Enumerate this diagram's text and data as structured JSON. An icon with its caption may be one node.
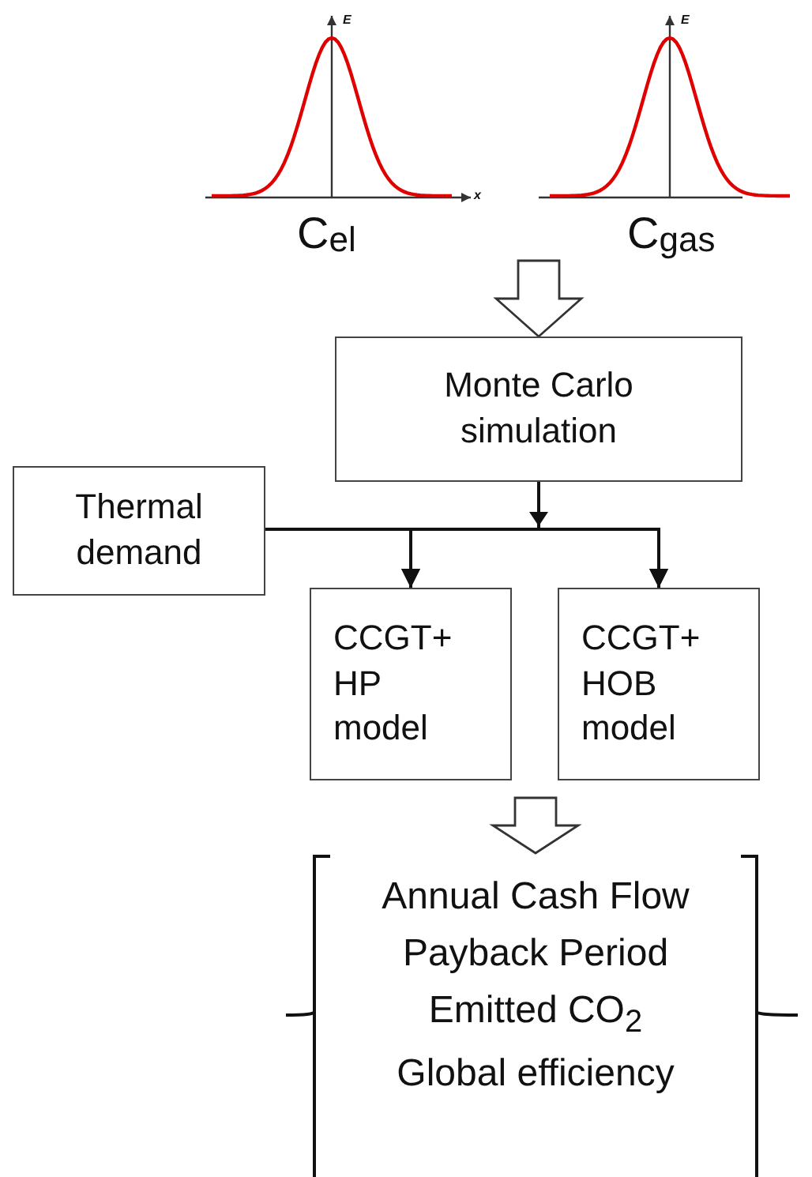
{
  "diagram": {
    "nodes": [
      {
        "text": [
          "Monte Carlo simulation"
        ]
      },
      {
        "text": [
          "Thermal demand"
        ]
      },
      {
        "text": [
          "CCGT+ HP model"
        ]
      },
      {
        "text": [
          "CCGT+ HOB model"
        ]
      },
      {
        "text": [
          "Annual Cash Flow",
          "Payback Period",
          "Emitted CO$_{2}$",
          "Global efficiency"
        ]
      }
    ],
    "edges": [
      {
        "from": null,
        "to": 0,
        "arrow": "to",
        "style": "thick"
      },
      {
        "from": 0,
        "to": 2,
        "arrow": "to"
      },
      {
        "from": 0,
        "to": 3,
        "arrow": "to"
      },
      {
        "from": 1,
        "to": 2,
        "arrow": "to"
      },
      {
        "from": 1,
        "to": 3,
        "arrow": "to"
      },
      {
        "from": null,
        "to": 4,
        "arrow": "to",
        "style": "thick"
      }
    ],
    "labels": [
      "E",
      "x",
      "C$_{el}$",
      "E",
      "C$_{gas}$"
    ]
  }
}
